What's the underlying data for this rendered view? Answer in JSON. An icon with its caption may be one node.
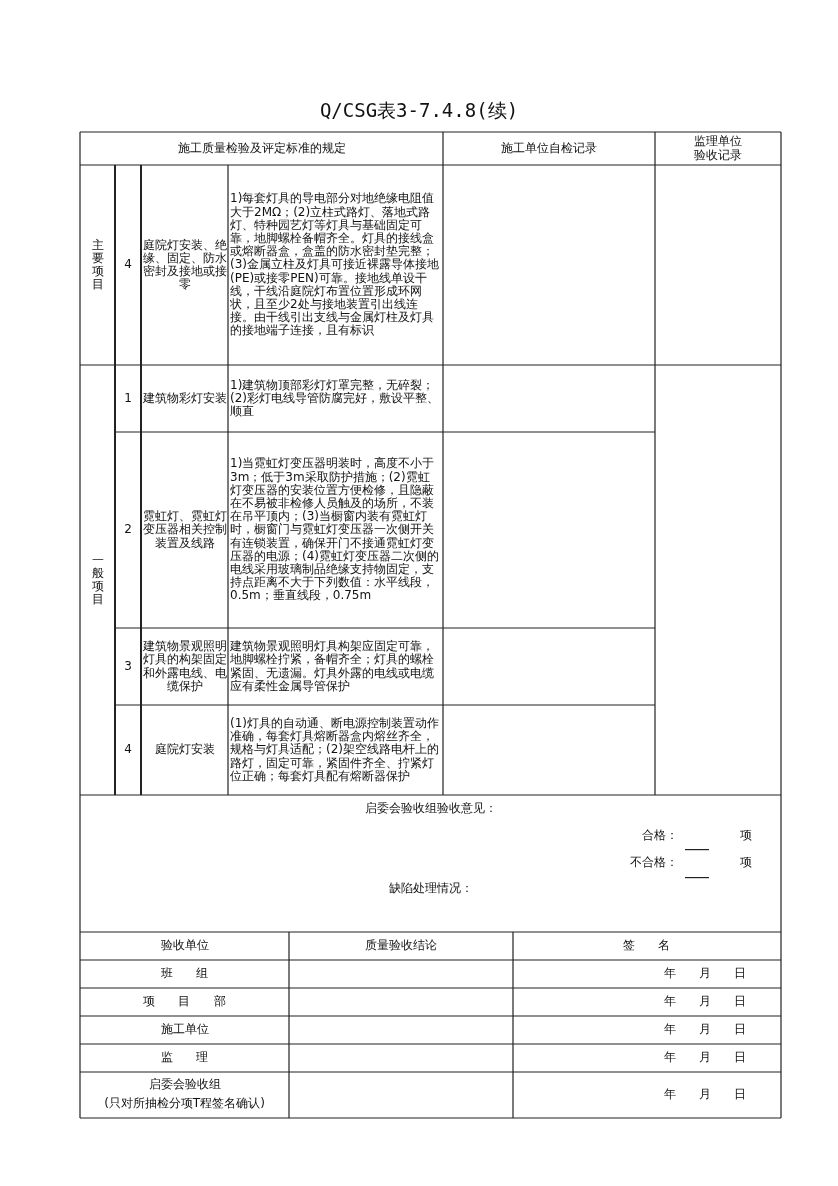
{
  "diagram": {
    "title": "Q/CSG表3-7.4.8(续)",
    "labels": [
      "施工质量检验及评定标准的规定",
      "施工单位自检记录",
      "监理单位验收记录",
      "主要项目",
      "4",
      "庭院灯安装、绝缘、固定、防水密封及接地或接零",
      "1)每套灯具的导电部分对地绝缘电阻值大于2MΩ；(2)立柱式路灯、落地式路灯、特种园艺灯等灯具与基础固定可靠，地脚螺栓备帽齐全。灯具的接线盒或熔断器盒，盒盖的防水密封垫完整；(3)金属立柱及灯具可接近裸露导体接地(PE)或接零PEN)可靠。接地线单设干线，干线沿庭院灯布置位置形成环网状，且至少2处与接地装置引出线连接。由干线引出支线与金属灯柱及灯具的接地端子连接，且有标识",
      "一般项目",
      "1",
      "建筑物彩灯安装",
      "1)建筑物顶部彩灯灯罩完整，无碎裂；(2)彩灯电线导管防腐完好，敷设平整、顺直",
      "2",
      "霓虹灯、霓虹灯变压器相关控制装置及线路",
      "1)当霓虹灯变压器明装时，高度不小于3m；低于3m采取防护措施；(2)霓虹灯变压器的安装位置方便检修，且隐蔽在不易被非检修人员触及的场所，不装在吊平顶内；(3)当橱窗内装有霓虹灯时，橱窗门与霓虹灯变压器一次侧开关有连锁装置，确保开门不接通霓虹灯变压器的电源；(4)霓虹灯变压器二次侧的电线采用玻璃制品绝缘支持物固定，支持点距离不大于下列数值：水平线段，0.5m；垂直线段，0.75m",
      "3",
      "建筑物景观照明灯具的构架固定和外露电线、电缆保护",
      "建筑物景观照明灯具构架应固定可靠，地脚螺栓拧紧，备帽齐全；灯具的螺栓紧固、无遗漏。灯具外露的电线或电缆应有柔性金属导管保护",
      "4",
      "庭院灯安装",
      "(1)灯具的自动通、断电源控制装置动作准确，每套灯具熔断器盒内熔丝齐全，规格与灯具适配；(2)架空线路电杆上的路灯，固定可靠，紧固件齐全、拧紧灯位正确；每套灯具配有熔断器保护",
      "启委会验收组验收意见：",
      "合格：",
      "项",
      "不合格：",
      "项",
      "缺陷处理情况：",
      "验收单位",
      "质量验收结论",
      "签 名",
      "班 组",
      "年 月 日",
      "项 目 部",
      "年 月 日",
      "施工单位",
      "年 月 日",
      "监 理",
      "年 月 日",
      "启委会验收组",
      "(只对所抽检分项T程签名确认)",
      "年 月 日"
    ]
  }
}
